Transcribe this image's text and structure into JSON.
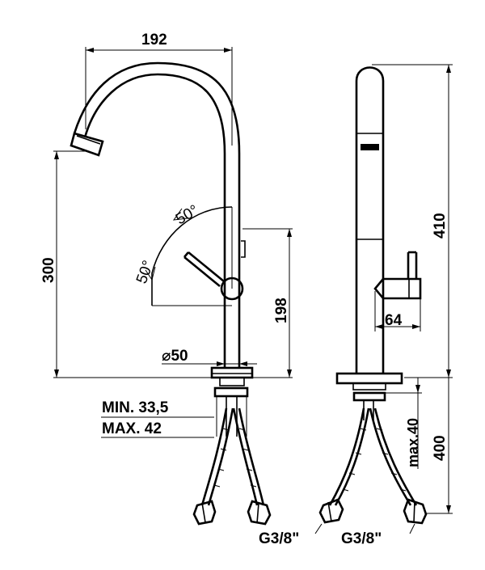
{
  "dimensions": {
    "width_192": "192",
    "height_300": "300",
    "angle_top": "50°",
    "angle_left": "50°",
    "height_198": "198",
    "diameter_50": "⌀50",
    "min_label": "MIN. 33,5",
    "max_label": "MAX. 42",
    "height_410": "410",
    "depth_64": "64",
    "max_40": "max.40",
    "height_400": "400",
    "thread_left": "G3/8\"",
    "thread_right": "G3/8\""
  },
  "colors": {
    "line": "#000000",
    "background": "#ffffff"
  }
}
